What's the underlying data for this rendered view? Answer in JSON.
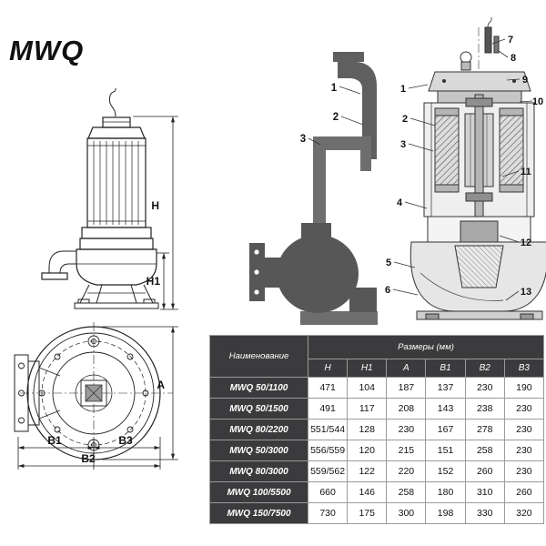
{
  "title": "MWQ",
  "dimensions": {
    "h": "H",
    "h1": "H1",
    "a": "A",
    "b1": "B1",
    "b2": "B2",
    "b3": "B3"
  },
  "callouts": {
    "install": [
      "1",
      "2",
      "3"
    ],
    "section": [
      "1",
      "2",
      "3",
      "4",
      "5",
      "6",
      "7",
      "8",
      "9",
      "10",
      "11",
      "12",
      "13"
    ]
  },
  "table": {
    "name_header": "Наименование",
    "size_header": "Размеры (мм)",
    "columns": [
      "H",
      "H1",
      "A",
      "B1",
      "B2",
      "B3"
    ],
    "rows": [
      {
        "name": "MWQ 50/1100",
        "values": [
          "471",
          "104",
          "187",
          "137",
          "230",
          "190"
        ]
      },
      {
        "name": "MWQ 50/1500",
        "values": [
          "491",
          "117",
          "208",
          "143",
          "238",
          "230"
        ]
      },
      {
        "name": "MWQ 80/2200",
        "values": [
          "551/544",
          "128",
          "230",
          "167",
          "278",
          "230"
        ]
      },
      {
        "name": "MWQ 50/3000",
        "values": [
          "556/559",
          "120",
          "215",
          "151",
          "258",
          "230"
        ]
      },
      {
        "name": "MWQ 80/3000",
        "values": [
          "559/562",
          "122",
          "220",
          "152",
          "260",
          "230"
        ]
      },
      {
        "name": "MWQ 100/5500",
        "values": [
          "660",
          "146",
          "258",
          "180",
          "310",
          "260"
        ]
      },
      {
        "name": "MWQ 150/7500",
        "values": [
          "730",
          "175",
          "300",
          "198",
          "330",
          "320"
        ]
      }
    ]
  },
  "colors": {
    "table_header_bg": "#3b3b3d",
    "silhouette_dark": "#575757",
    "silhouette_mid": "#6e6e6e",
    "line": "#222222"
  }
}
